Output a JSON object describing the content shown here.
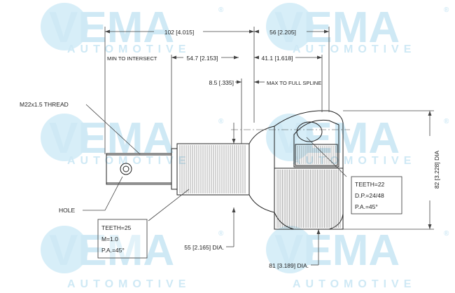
{
  "watermark": {
    "brand": "VEMA",
    "subtitle": "AUTOMOTIVE",
    "registered_mark": "®",
    "brand_color": "#cfe9f5",
    "logo_color": "#d7eef8"
  },
  "dimensions": {
    "overall_length": "102 [4.015]",
    "head_length": "56 [2.205]",
    "min_to_intersect_label": "MIN TO INTERSECT",
    "min_to_intersect_value": "54.7 [2.153]",
    "head_to_spline": "41.1 [1.618]",
    "spline_offset": "8.5 [.335]",
    "max_to_full_spline": "MAX TO FULL SPLINE",
    "shaft_diameter": "55 [2.165] DIA.",
    "bell_diameter": "81 [3.189] DIA.",
    "inner_bore_diameter": "82 [3.228] DIA"
  },
  "callouts": {
    "thread": "M22x1.5 THREAD",
    "hole": "HOLE"
  },
  "outer_spline": {
    "teeth": "TEETH=25",
    "module": "M=1.0",
    "pressure_angle": "P.A.=45°"
  },
  "inner_spline": {
    "teeth": "TEETH=22",
    "diametral_pitch": "D.P.=24/48",
    "pressure_angle": "P.A.=45°"
  },
  "line_color": "#222222"
}
